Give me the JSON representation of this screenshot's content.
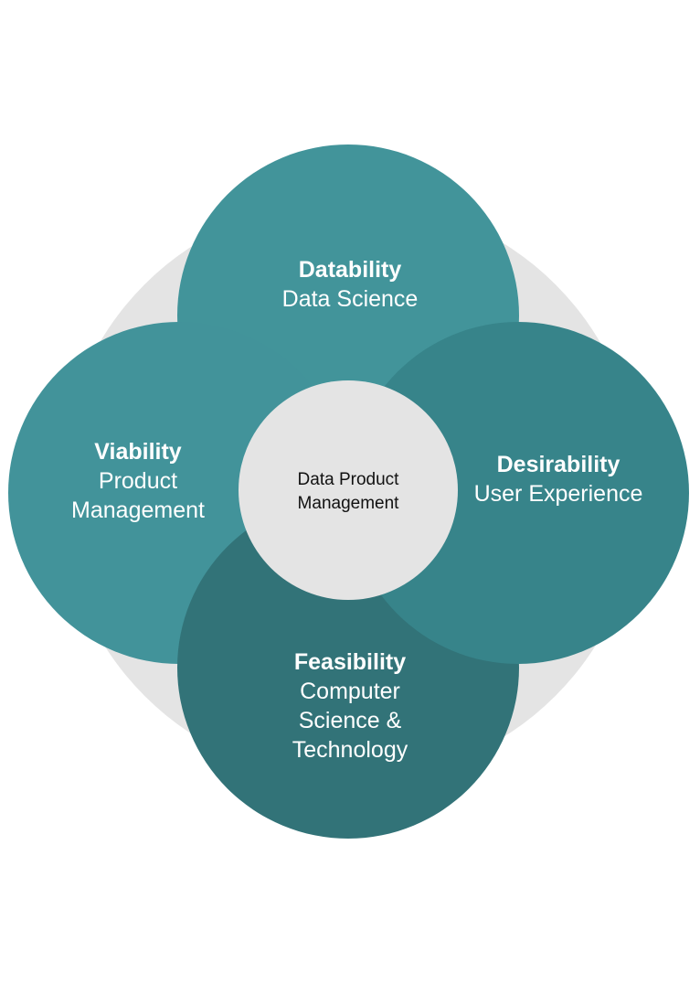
{
  "colors": {
    "background_circle": "#e4e4e4",
    "top_circle": "#42949a",
    "left_circle": "#42939a",
    "right_circle": "#37848a",
    "bottom_circle": "#327378",
    "center_circle": "#e4e4e4",
    "label_text": "#ffffff",
    "center_text": "#111111"
  },
  "center": {
    "line1": "Data Product",
    "line2": "Management"
  },
  "circles": {
    "top": {
      "title": "Datability",
      "line1": "Data Science"
    },
    "right": {
      "title": "Desirability",
      "line1": "User Experience"
    },
    "bottom": {
      "title": "Feasibility",
      "line1": "Computer",
      "line2": "Science &",
      "line3": "Technology"
    },
    "left": {
      "title": "Viability",
      "line1": "Product",
      "line2": "Management"
    }
  }
}
